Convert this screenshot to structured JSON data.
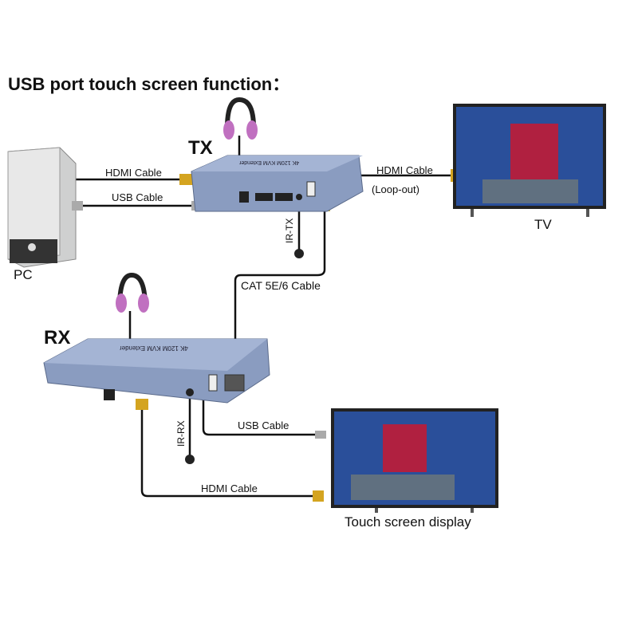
{
  "title": "USB port touch screen function：",
  "devices": {
    "tx": "TX",
    "rx": "RX",
    "pc": "PC",
    "tv": "TV",
    "touch_display": "Touch screen display",
    "box_print": "4K 120M KVM Extender"
  },
  "cables": {
    "pc_hdmi": "HDMI Cable",
    "pc_usb": "USB Cable",
    "loop_hdmi": "HDMI Cable",
    "loop_note": "(Loop-out)",
    "cat": "CAT 5E/6 Cable",
    "ir_tx": "IR-TX",
    "ir_rx": "IR-RX",
    "rx_usb": "USB Cable",
    "rx_hdmi": "HDMI Cable"
  },
  "colors": {
    "box": "#7f93b8",
    "cable": "#111111",
    "screen": "#2a4f9a"
  }
}
